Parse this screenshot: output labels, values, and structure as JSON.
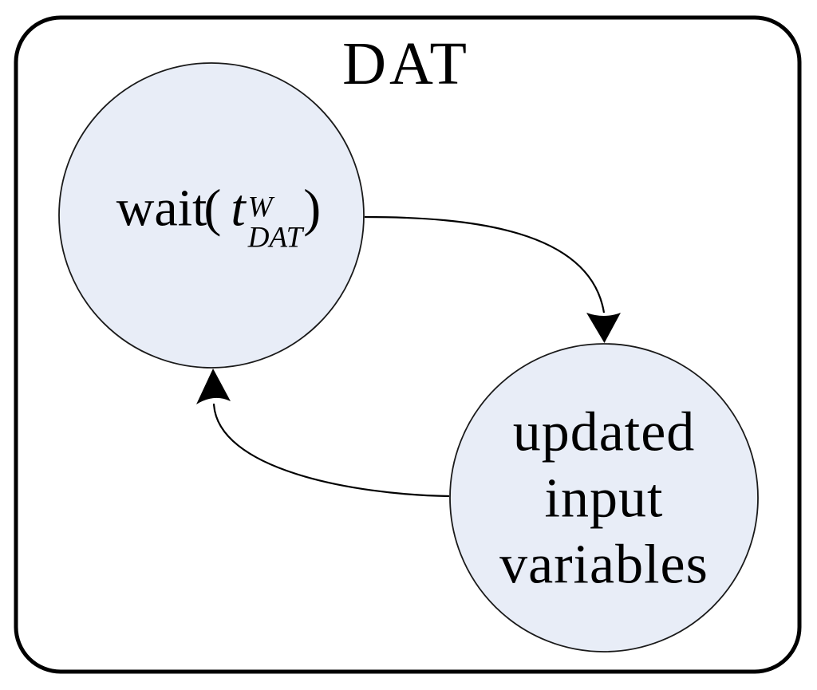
{
  "colors": {
    "background": "#ffffff",
    "frame_stroke": "#000000",
    "state_fill": "#e8edf7",
    "state_stroke": "#1a1a1a",
    "arrow_color": "#000000",
    "text_color": "#000000"
  },
  "diagram": {
    "title": "DAT",
    "states": {
      "wait": {
        "label": {
          "func": "wait",
          "open_paren": "(",
          "variable": "t",
          "superscript": "W",
          "subscript": "DAT",
          "close_paren": ")"
        }
      },
      "updated": {
        "lines": [
          "updated",
          "input",
          "variables"
        ]
      }
    },
    "transitions": [
      {
        "from": "wait",
        "to": "updated-input-variables"
      },
      {
        "from": "updated-input-variables",
        "to": "wait"
      }
    ]
  }
}
